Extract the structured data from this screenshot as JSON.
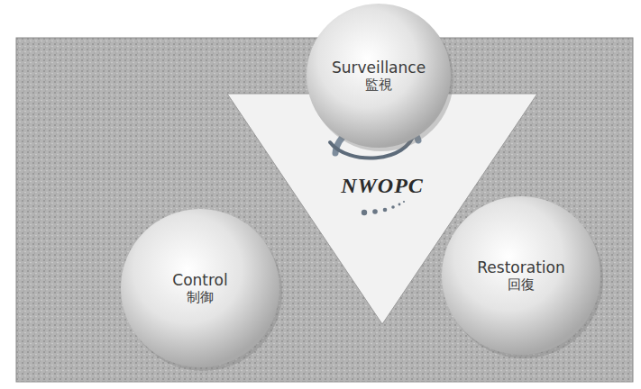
{
  "diagram": {
    "nodes": [
      {
        "text": [
          "Surveillance",
          "監視"
        ]
      },
      {
        "text": [
          "NWOPC"
        ]
      },
      {
        "text": [
          "Control",
          "制御"
        ]
      },
      {
        "text": [
          "Restoration",
          "回復"
        ]
      }
    ]
  }
}
